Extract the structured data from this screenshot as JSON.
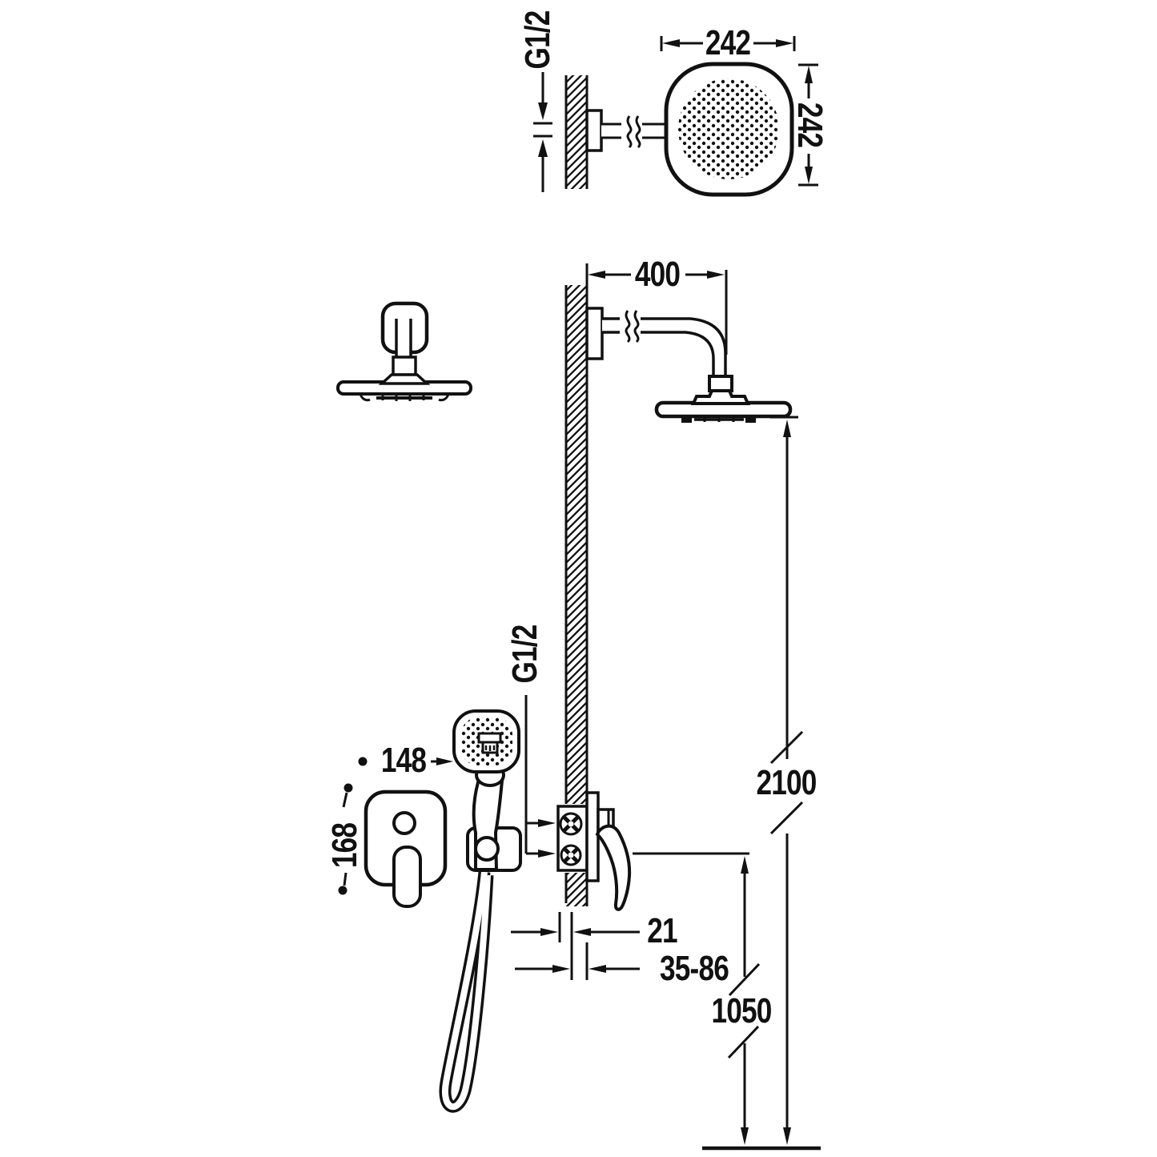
{
  "diagram": {
    "labels": {
      "rain_head_width": "242",
      "rain_head_height": "242",
      "rain_head_connection": "G1/2",
      "arm_projection": "400",
      "outlet_connection": "G1/2",
      "trim_plate_width": "148",
      "trim_plate_height": "168",
      "finished_wall_offset": "21",
      "installation_depth": "35-86",
      "rain_head_install_height": "2100",
      "mixer_install_height": "1050"
    },
    "colors": {
      "line": "#111111",
      "background": "#ffffff"
    }
  }
}
